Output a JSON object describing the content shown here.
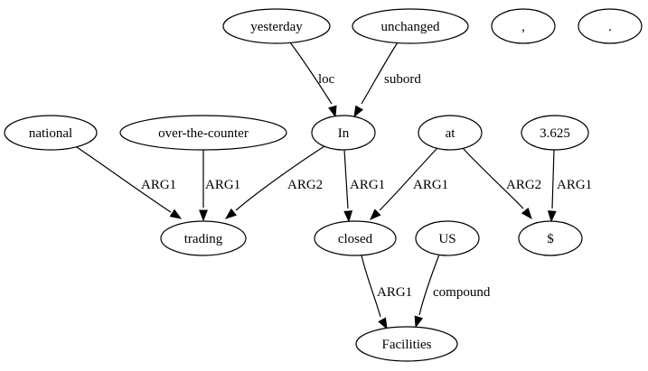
{
  "nodes": [
    {
      "id": "yesterday",
      "label": "yesterday"
    },
    {
      "id": "unchanged",
      "label": "unchanged"
    },
    {
      "id": "comma",
      "label": ","
    },
    {
      "id": "period",
      "label": "."
    },
    {
      "id": "national",
      "label": "national"
    },
    {
      "id": "otc",
      "label": "over-the-counter"
    },
    {
      "id": "in",
      "label": "In"
    },
    {
      "id": "at",
      "label": "at"
    },
    {
      "id": "num",
      "label": "3.625"
    },
    {
      "id": "trading",
      "label": "trading"
    },
    {
      "id": "closed",
      "label": "closed"
    },
    {
      "id": "us",
      "label": "US"
    },
    {
      "id": "dollar",
      "label": "$"
    },
    {
      "id": "facilities",
      "label": "Facilities"
    }
  ],
  "edges": [
    {
      "id": "e1",
      "from": "yesterday",
      "to": "in",
      "label": "loc"
    },
    {
      "id": "e2",
      "from": "unchanged",
      "to": "in",
      "label": "subord"
    },
    {
      "id": "e3",
      "from": "national",
      "to": "trading",
      "label": "ARG1"
    },
    {
      "id": "e4",
      "from": "otc",
      "to": "trading",
      "label": "ARG1"
    },
    {
      "id": "e5",
      "from": "in",
      "to": "trading",
      "label": "ARG2"
    },
    {
      "id": "e6",
      "from": "in",
      "to": "closed",
      "label": "ARG1"
    },
    {
      "id": "e7",
      "from": "at",
      "to": "closed",
      "label": "ARG1"
    },
    {
      "id": "e8",
      "from": "at",
      "to": "dollar",
      "label": "ARG2"
    },
    {
      "id": "e9",
      "from": "num",
      "to": "dollar",
      "label": "ARG1"
    },
    {
      "id": "e10",
      "from": "closed",
      "to": "facilities",
      "label": "ARG1"
    },
    {
      "id": "e11",
      "from": "us",
      "to": "facilities",
      "label": "compound"
    }
  ]
}
